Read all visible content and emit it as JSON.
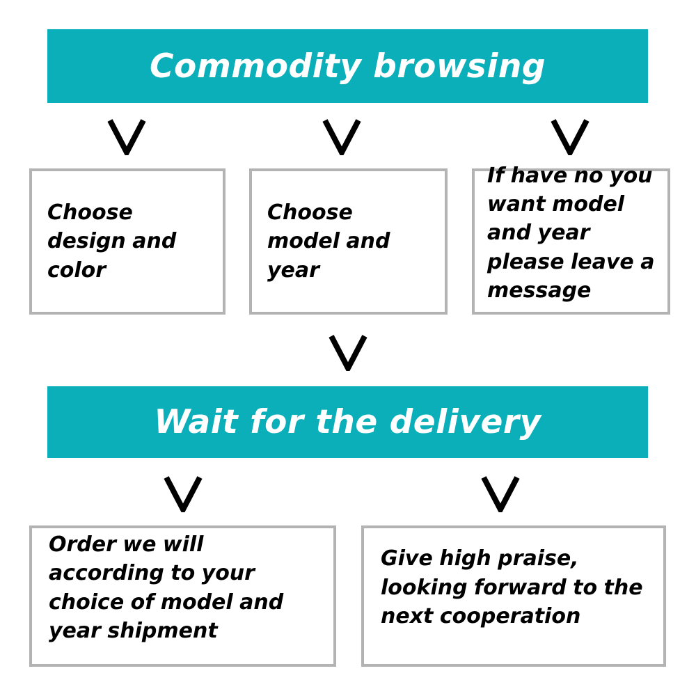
{
  "diagram": {
    "title": "Commodity browsing flowchart",
    "colors": {
      "banner_background": "#0BAFB9",
      "banner_text": "#FFFFFF",
      "box_border": "#B3B3B3",
      "box_background": "#FFFFFF",
      "box_text": "#000000",
      "connector": "#000000"
    }
  },
  "banners": {
    "top": {
      "label": "Commodity browsing"
    },
    "middle": {
      "label": "Wait for the delivery"
    }
  },
  "steps": {
    "choose_design": {
      "label": "Choose design and color"
    },
    "choose_model": {
      "label": "Choose model and year"
    },
    "leave_message": {
      "label": "If have no you want model and year please leave a message"
    },
    "shipment": {
      "label": "Order we will according to your choice of model and year shipment"
    },
    "cooperation": {
      "label": "Give high praise, looking forward to the next cooperation"
    }
  },
  "connectors": [
    {
      "name": "chevron-to-design",
      "glyph": "V"
    },
    {
      "name": "chevron-to-model",
      "glyph": "V"
    },
    {
      "name": "chevron-to-message",
      "glyph": "V"
    },
    {
      "name": "chevron-to-wait",
      "glyph": "V"
    },
    {
      "name": "chevron-to-shipment",
      "glyph": "V"
    },
    {
      "name": "chevron-to-cooperation",
      "glyph": "V"
    }
  ]
}
